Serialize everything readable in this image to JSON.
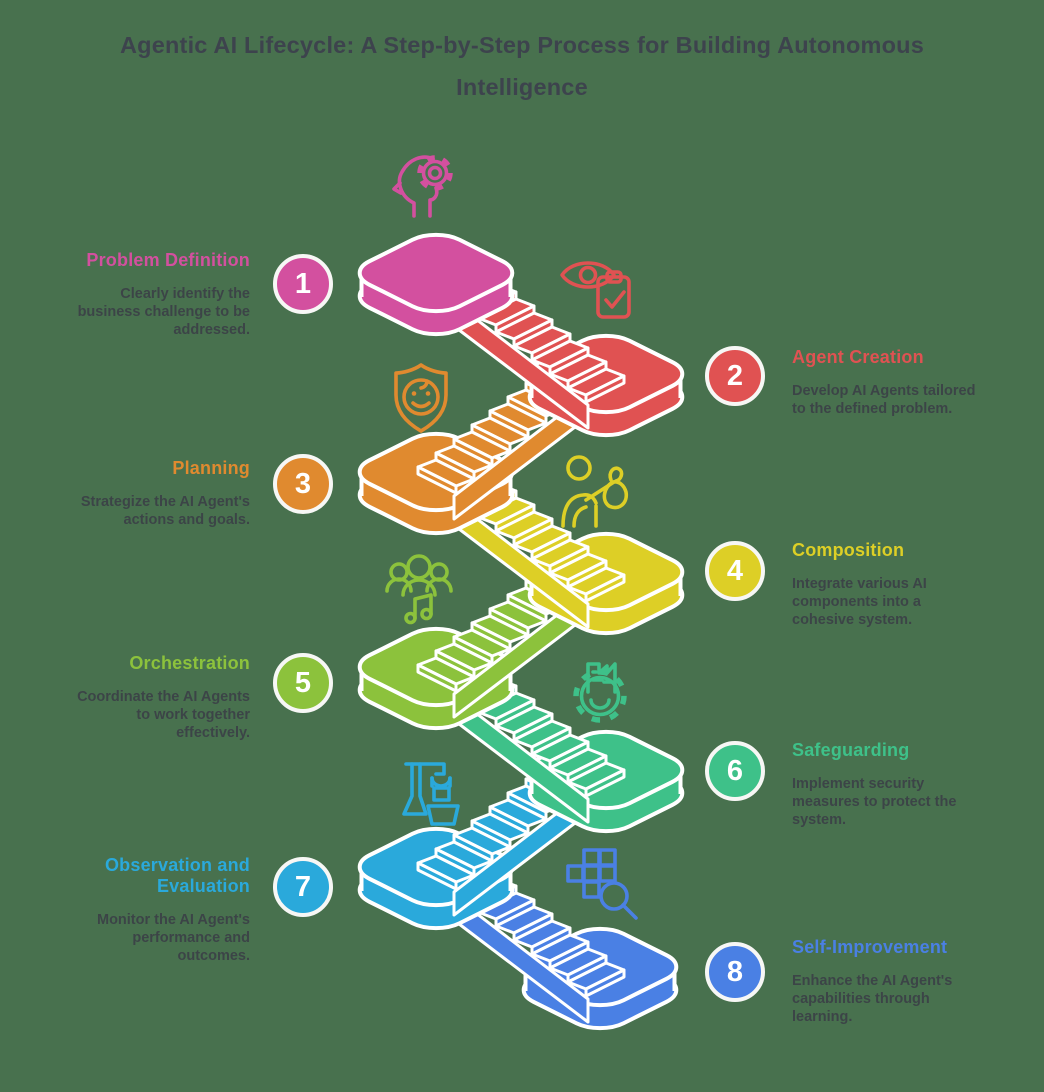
{
  "title": "Agentic AI Lifecycle: A Step-by-Step Process for Building Autonomous Intelligence",
  "background_color": "#48714e",
  "title_color": "#3d434d",
  "text_color": "#3b4147",
  "outline_color": "#ffffff",
  "steps": [
    {
      "number": "1",
      "label": "Problem Definition",
      "description": "Clearly identify the business challenge to be addressed.",
      "color": "#d3509f",
      "icon": "head-gear-icon",
      "side": "left"
    },
    {
      "number": "2",
      "label": "Agent Creation",
      "description": "Develop AI Agents tailored to the defined problem.",
      "color": "#e05252",
      "icon": "eye-checklist-icon",
      "side": "right"
    },
    {
      "number": "3",
      "label": "Planning",
      "description": "Strategize the AI Agent's actions and goals.",
      "color": "#e08a2f",
      "icon": "shield-face-icon",
      "side": "left"
    },
    {
      "number": "4",
      "label": "Composition",
      "description": "Integrate various AI components into a cohesive system.",
      "color": "#ddcf26",
      "icon": "person-moneybag-icon",
      "side": "right"
    },
    {
      "number": "5",
      "label": "Orchestration",
      "description": "Coordinate the AI Agents to work together effectively.",
      "color": "#8cc23c",
      "icon": "team-music-icon",
      "side": "left"
    },
    {
      "number": "6",
      "label": "Safeguarding",
      "description": "Implement security measures to protect the system.",
      "color": "#3ec189",
      "icon": "factory-gear-icon",
      "side": "right"
    },
    {
      "number": "7",
      "label": "Observation and Evaluation",
      "description": "Monitor the AI Agent's performance and outcomes.",
      "color": "#2aa9db",
      "icon": "robot-arm-icon",
      "side": "left"
    },
    {
      "number": "8",
      "label": "Self-Improvement",
      "description": "Enhance the AI Agent's capabilities through learning.",
      "color": "#4a80e4",
      "icon": "grid-magnifier-icon",
      "side": "right"
    }
  ]
}
